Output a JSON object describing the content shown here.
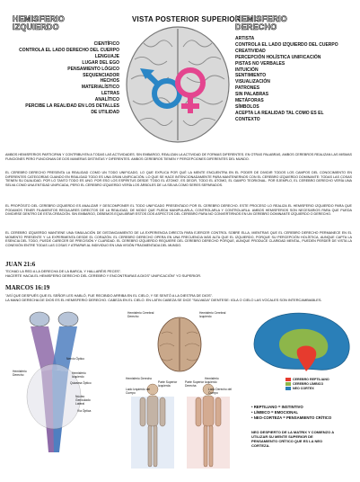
{
  "header": {
    "left_title": [
      "HEMISFERIO",
      "IZQUIERDO"
    ],
    "center_title": "VISTA POSTERIOR SUPERIOR",
    "right_title": [
      "HEMISFERIO",
      "DERECHO"
    ]
  },
  "left_list": [
    "CIENTÍFICO",
    "CONTROLA EL LADO DERECHO DEL CUERPO",
    "LENGUAJE",
    "LUGAR DEL EGO",
    "PENSAMIENTO LÓGICO",
    "SEQUENCIADOR",
    "HECHOS",
    "MATERIALÍSTICO",
    "LETRAS",
    "ANALÍTICO",
    "PERCIBE LA REALIDAD EN LOS DETALLES",
    "DE UTILIDAD"
  ],
  "right_list": [
    "ARTISTA",
    "CONTROLA EL LADO IZQUIERDO DEL CUERPO",
    "CREATIVIDAD",
    "PERCEPCIÓN HOLÍSTICA UNIFICACIÓN",
    "PISTAS NO VERBALES",
    "INTUICIÓN",
    "SENTIMIENTO",
    "VISUALIZACIÓN",
    "PATRONES",
    "SIN PALABRAS",
    "METÁFORAS",
    "SÍMBOLOS",
    "ACEPTA LA REALIDAD TAL COMO ES EL",
    "CONTEXTO"
  ],
  "paragraphs": [
    "AMBOS HEMISFERIOS PARTICIPAN Y CONTRIBUYEN A TODAS LAS ACTIVIDADES. SIN EMBARGO, REALIZAN LA ACTIVIDAD DE FORMAS DIFERENTES. EN OTRAS PALABRAS, AMBOS CEREBROS REALIZAN LAS MISMAS FUNCIONES PERO FUNCIONAN DE DOS MANERAS DISTINTAS Y DIFERENTES. AMBOS CEREBROS TIENEN Y PERCEPCIONES DIFERENTES DEL MUNDO.",
    "EL CEREBRO DERECHO PRESENTA LA REALIDAD COMO UN TODO UNIFICADO, LO QUE EXPLICA POR QUÉ LA MENTE ENCUENTRA EN EL PODER DE DIVIDIR TODOS LOS CAMPOS DEL CONOCIMIENTO EN DIFERENTES CATEGORÍAS CUANDO EN REALIDAD TODO ES UNA GRAN UNIFICACIÓN. LO QUE SE HACE INTENCIONADAMENTE PARA MANTENERNOS CON EL CEREBRO IZQUIERDO DOMINANTE: TODAS LAS COSAS TIENEN SU DUALIDAD. POR LO TANTO TODO ES UNO. POR ESO LOS ESPÍRITUS DESDE 'TODO EL ÁTOMO', ES DECIR, TODO EL ÁTOMO, EL GAMPO TEORIONAL. POR EJEMPLO, EL CEREBRO DERECHO VERÍA UNA SELVA COMO UNA ENTIDAD UNIFICADA, PERO EL CEREBRO IZQUIERDO VERÍA LOS ÁRBOLES DE LA SELVA COMO SERES SEPARADOS.",
    "EL PROPÓSITO DEL CEREBRO IZQUIERDO ES ANALIZAR Y DESCOMPONER EL TODO UNIFICADO PRESENTADO POR EL CEREBRO DERECHO. ESTE PROCESO LO REALIZA EL HEMISFERIO IZQUIERDO PARA QUE PODAMOS TENER FILAMENTOS REGULARES DIRECTOS DE LA REALIDAD, DE MODO QUE PUEDA MANIPULARLA, CONTROLARLA Y CONTROLARLA. AMBOS HEMISFERIOS SON NECESARIOS PARA QUE PUEDA DIVIDIRSE DENTRO DE ESTA CREACIÓN. SIN EMBARGO, DEBEMOS EQUILIBRAR ESTOS DOS ASPECTOS DEL CEREBRO PARA NO CONVERTIRNOS EN UN CEREBRO DOMINANTE IZQUIERDO O DERECHO.",
    "EL CEREBRO IZQUIERDO MANTIENE UNA SIMULACIÓN DE DISTANCIAMIENTO DE LA EXPERIENCIA DIRECTA PARA EJERCER CONTROL SOBRE ELLA, MIENTRAS QUE EL CEREBRO DERECHO PERMANECE EN EL MOMENTO PRESENTE Y LA EXPERIMENTA DESDE EL CORAZÓN. EL CEREBRO DERECHO OPERA EN UNA FRECUENCIA MÁS ALTA QUE EL IZQUIERDO, PORQUE SU PERCEPCIÓN HOLÍSTICA, AUNQUE CAPTA LA ESENCIA DEL TODO, PUEDE CARECER DE PRECISIÓN Y CLARIDAD. EL CEREBRO IZQUIERDO REQUIERE DEL CEREBRO DERECHO PORQUE, AUNQUE PRODUCE CLARIDAD MENTAL, PUEDEN PERDER DE VISTA LA CONEXIÓN ENTRE TODAS LAS COSAS Y ATRAPAR AL INDIVIDUO EN UNA VISIÓN FRAGMENTADA DEL MUNDO."
  ],
  "verses": [
    {
      "ref": "JUAN 21:6",
      "text": "\"ECHAD LA RED A LA DERECHA DE LA BARCA, Y HALLARÉIS PECES\".",
      "note": "HACERTE HACIA EL HEMISFERIO DERECHO DEL CEREBRO Y ENCONTRARAS A DIOS\" UNIFICACIÓN\" YO SUPERIOR."
    },
    {
      "ref": "MARCOS 16:19",
      "text": "\"ASÍ QUE DESPUÉS QUE EL SEÑOR LES HABLÓ, FUE RECIBIDO ARRIBA EN EL CIELO, Y SE SENTÓ A LA DIESTRA DE DIOS\".",
      "note": "LA MANO DERECHA DE DIOS ES EL HEMISFERIO DERECHO. CABEZA EN EL CIELO. EN LATIN CABEZA SE DICE \"SALVADA\" DIENTESE: IGLA O CIELO LAS VOCALES SON INTERCAMBIABLES."
    }
  ],
  "diagram_left": {
    "labels": [
      "Nervio Óptico",
      "Hemisferio Derecho",
      "Hemisferio Izquierdo",
      "Quiasma Óptico",
      "Núcleo Geniculado Lateral",
      "Vía Óptica"
    ]
  },
  "diagram_mid": {
    "labels": [
      "Hemisferio Cerebral Derecho",
      "Hemisferio Cerebral Izquierdo",
      "Hemisferio Derecho",
      "Hemisferio Izquierdo",
      "Lado Izquierdo del Cuerpo",
      "Parte Superior Izquierda",
      "Parte Superior Derecha",
      "Lado Derecho del Cuerpo"
    ]
  },
  "legend": [
    {
      "label": "CEREBRO REPTILIANO",
      "color": "#e63b2e"
    },
    {
      "label": "CEREBRO LÍMBICO",
      "color": "#8db64a"
    },
    {
      "label": "NEO CORTEX",
      "color": "#2a7fb8"
    }
  ],
  "bullets": [
    "• REPTILIANO = INSTINTIVO",
    "• LÍMBICO = EMOCIONAL",
    "• NEO-CORTEZA = PENSAMIENTO CRÍTICO"
  ],
  "closing_note": [
    "NEO DESPIERTO DE LA MATRIX Y COMIENZO A",
    "UTILIZAR SU MENTE SUPERIOR DE",
    "PENSAMIENTO CRÍTICO QUE ES LA NEO",
    "CORTEZA."
  ]
}
